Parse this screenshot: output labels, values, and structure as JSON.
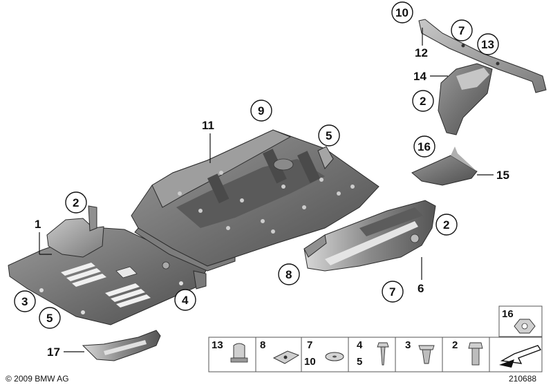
{
  "callouts": {
    "c1": "1",
    "c2a": "2",
    "c2b": "2",
    "c2c": "2",
    "c3": "3",
    "c4": "4",
    "c5a": "5",
    "c5b": "5",
    "c6": "6",
    "c7a": "7",
    "c7b": "7",
    "c8": "8",
    "c9": "9",
    "c10": "10",
    "c11": "11",
    "c12": "12",
    "c13": "13",
    "c14": "14",
    "c15": "15",
    "c16": "16",
    "c17": "17"
  },
  "legend": {
    "cell_13": "13",
    "cell_8": "8",
    "cell_7": "7",
    "cell_10": "10",
    "cell_4": "4",
    "cell_5": "5",
    "cell_3": "3",
    "cell_2": "2",
    "cell_16": "16"
  },
  "footer": {
    "copyright": "© 2009 BMW AG",
    "diagram_number": "210688"
  },
  "colors": {
    "part_dark": "#6d6d6d",
    "part_mid": "#8c8c8c",
    "part_light": "#b4b4b4",
    "highlight": "#e6e6e6"
  }
}
